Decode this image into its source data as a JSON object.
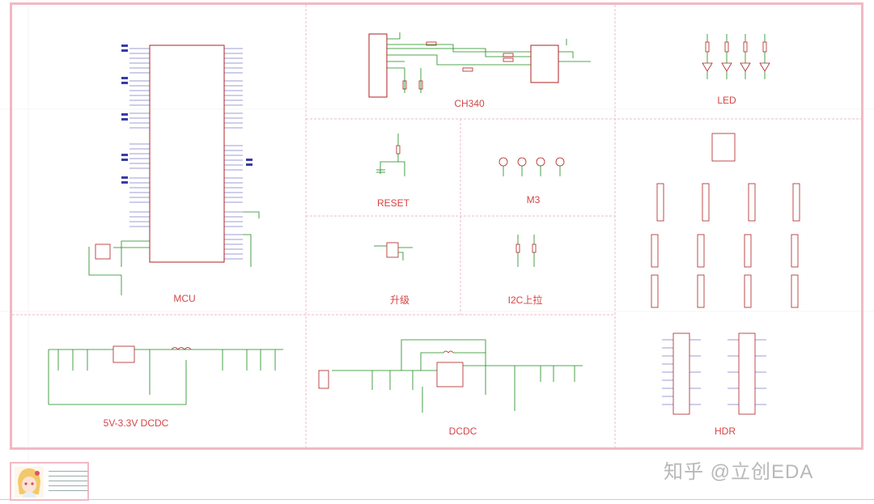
{
  "blocks": {
    "mcu": "MCU",
    "ch340": "CH340",
    "led": "LED",
    "reset": "RESET",
    "m3": "M3",
    "upgrade": "升级",
    "i2c": "I2C上拉",
    "dcdc_33": "5V-3.3V DCDC",
    "dcdc": "DCDC",
    "hdr": "HDR"
  },
  "watermark": "知乎 @立创EDA",
  "colors": {
    "frame": "#f2b8c4",
    "divider": "#f2b8c4",
    "label": "#d64545",
    "wire": "#1a8a1a",
    "part": "#b02020",
    "pin": "#3a3aa8"
  }
}
